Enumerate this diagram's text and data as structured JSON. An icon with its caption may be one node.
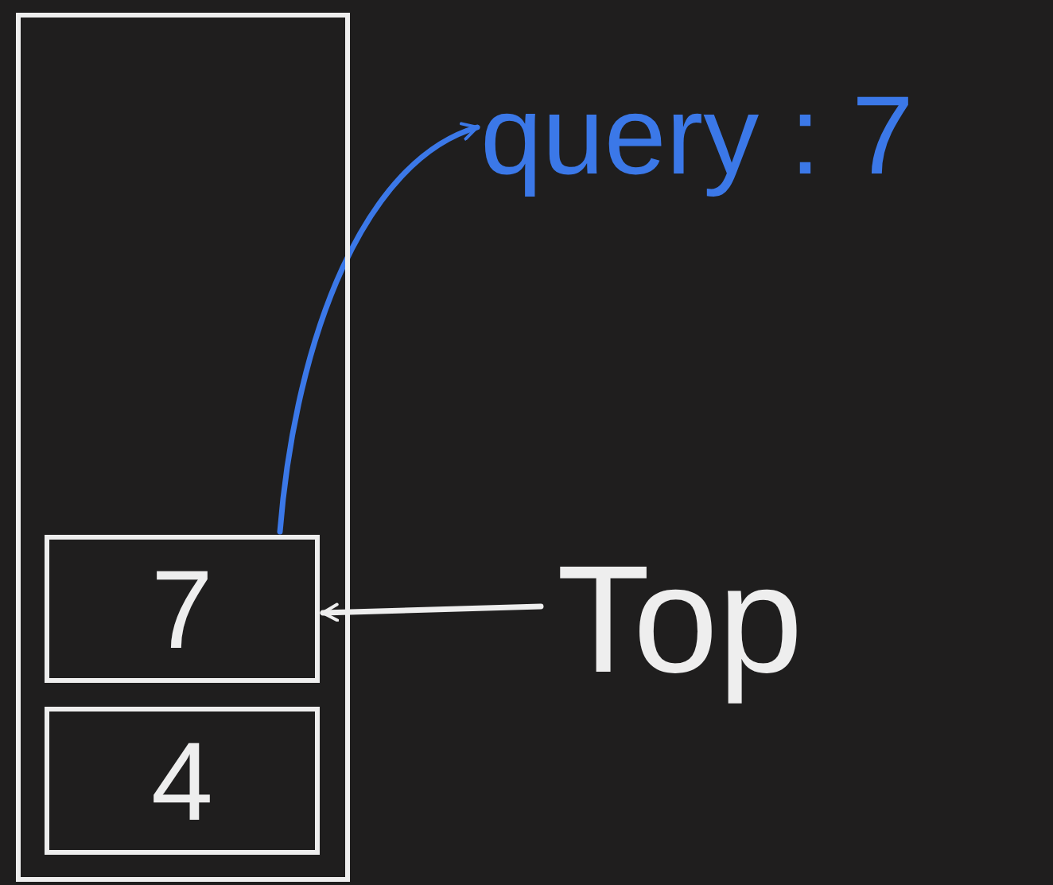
{
  "diagram": {
    "nodes": [
      {
        "text": [],
        "shape": "box"
      },
      {
        "text": [
          "7"
        ],
        "in": 0
      },
      {
        "text": [
          "4"
        ],
        "in": 0
      },
      {
        "text": [
          "Top"
        ]
      },
      {
        "text": [
          "query : 7"
        ]
      }
    ],
    "edges": [
      {
        "from": 3,
        "to": 1,
        "arrow": "to"
      },
      {
        "from": 1,
        "to": 4,
        "arrow": "to",
        "color": "#3b78e8"
      }
    ]
  }
}
